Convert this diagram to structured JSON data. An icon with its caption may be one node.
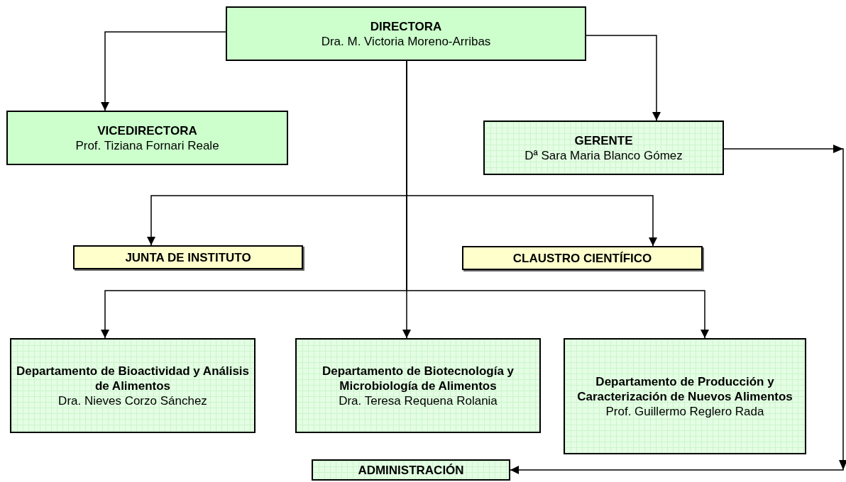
{
  "diagram": {
    "nodes": [
      {
        "text": [
          "DIRECTORA",
          "Dra. M. Victoria Moreno-Arribas"
        ]
      },
      {
        "text": [
          "VICEDIRECTORA",
          "Prof. Tiziana Fornari Reale"
        ]
      },
      {
        "text": [
          "GERENTE",
          "Dª Sara Maria Blanco Gómez"
        ]
      },
      {
        "text": [
          "JUNTA DE INSTITUTO"
        ]
      },
      {
        "text": [
          "CLAUSTRO CIENTÍFICO"
        ]
      },
      {
        "text": [
          "Departamento de Bioactividad y Análisis de Alimentos",
          "Dra. Nieves Corzo Sánchez"
        ]
      },
      {
        "text": [
          "Departamento de Biotecnología y Microbiología de Alimentos",
          "Dra. Teresa Requena Rolania"
        ]
      },
      {
        "text": [
          "Departamento de Producción y Caracterización de Nuevos Alimentos",
          "Prof. Guillermo Reglero Rada"
        ]
      },
      {
        "text": [
          "ADMINISTRACIÓN"
        ]
      }
    ],
    "edges": [
      {
        "from": 0,
        "to": 1,
        "arrow": "to"
      },
      {
        "from": 0,
        "to": 2,
        "arrow": "to"
      },
      {
        "from": 0,
        "to": 3,
        "arrow": "to"
      },
      {
        "from": 0,
        "to": 4,
        "arrow": "to"
      },
      {
        "from": 0,
        "to": 5,
        "arrow": "to"
      },
      {
        "from": 0,
        "to": 6,
        "arrow": "to"
      },
      {
        "from": 0,
        "to": 7,
        "arrow": "to"
      },
      {
        "from": 2,
        "to": 8,
        "arrow": "to"
      }
    ]
  }
}
